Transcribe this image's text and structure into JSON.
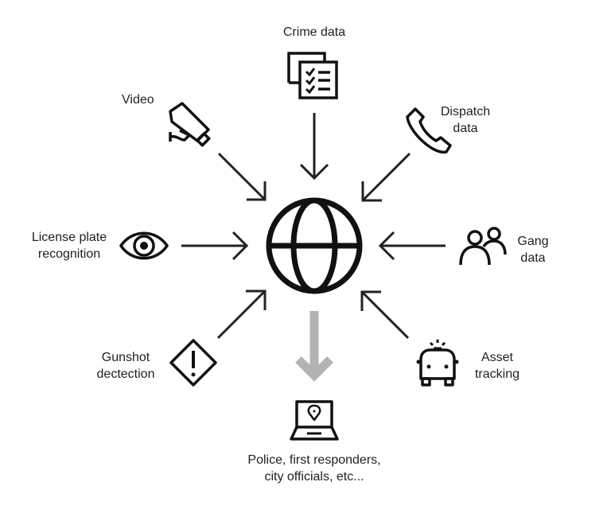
{
  "diagram": {
    "title": "Data sources flowing into a central network hub",
    "hub": {
      "icon": "globe-icon"
    },
    "inputs": [
      {
        "id": "crime-data",
        "label_lines": [
          "Crime data"
        ],
        "icon": "checklist-documents-icon"
      },
      {
        "id": "video",
        "label_lines": [
          "Video"
        ],
        "icon": "security-camera-icon"
      },
      {
        "id": "dispatch-data",
        "label_lines": [
          "Dispatch",
          "data"
        ],
        "icon": "phone-icon"
      },
      {
        "id": "license-plate-recognition",
        "label_lines": [
          "License plate",
          "recognition"
        ],
        "icon": "eye-icon"
      },
      {
        "id": "gang-data",
        "label_lines": [
          "Gang",
          "data"
        ],
        "icon": "people-icon"
      },
      {
        "id": "gunshot-detection",
        "label_lines": [
          "Gunshot",
          "dectection"
        ],
        "icon": "warning-diamond-icon"
      },
      {
        "id": "asset-tracking",
        "label_lines": [
          "Asset",
          "tracking"
        ],
        "icon": "police-car-icon"
      }
    ],
    "output": {
      "label_lines": [
        "Police, first responders,",
        "city officials, etc..."
      ],
      "icon": "laptop-map-pin-icon"
    },
    "colors": {
      "ink": "#111111",
      "text": "#1f1f1f",
      "output_arrow": "#b3b3b3",
      "background": "#ffffff"
    }
  }
}
